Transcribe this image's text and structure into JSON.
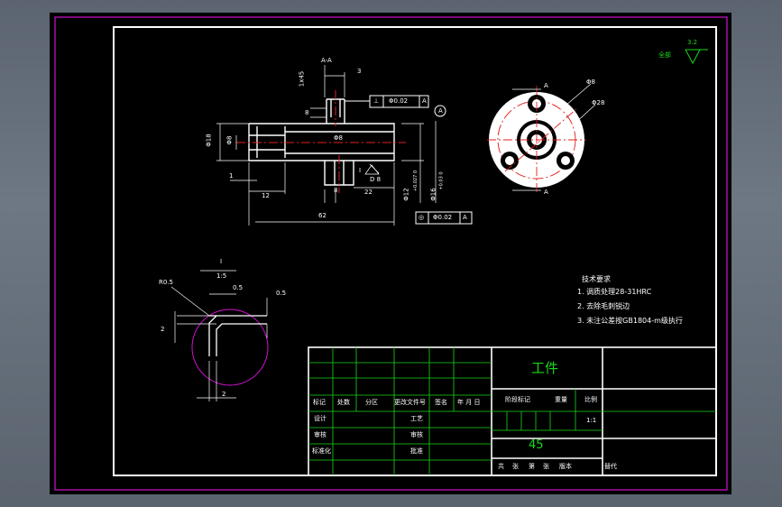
{
  "view_a": {
    "section_label": "A-A",
    "chamfer_label": "1x45",
    "dim_top": "3",
    "dim_8": "8",
    "dim_phi18": "Φ18",
    "dim_phi8": "Φ8",
    "dim_1": "1",
    "dim_12": "12",
    "dim_62": "62",
    "dim_22": "22",
    "dim_8b": "8",
    "dim_phi12": "Φ12",
    "dim_phi12_tol": "+0.027 0",
    "dim_phi16": "Φ16",
    "dim_phi16_tol": "+0.03 0",
    "dim_d8": "Φ8",
    "dim_d8b": "D 8",
    "dim_b8": "8",
    "detail_callout": "I",
    "datum_a": "A",
    "tol_frame_top": [
      "⊥",
      "Φ0.02",
      "A"
    ],
    "tol_frame_bottom": [
      "◎",
      "Φ0.02",
      "A"
    ]
  },
  "view_b": {
    "label_top": "A",
    "label_bottom": "A",
    "dim_phi8": "Φ8",
    "dim_phi28": "Φ28"
  },
  "detail": {
    "label": "I",
    "scale": "1:5",
    "r05": "R0.5",
    "d05a": "0.5",
    "d05b": "0.5",
    "dim_2a": "2",
    "dim_2b": "2"
  },
  "roughness": {
    "note": "全部",
    "value": "3.2"
  },
  "tech_req": {
    "title": "技术要求",
    "items": [
      "1. 调质处理28-31HRC",
      "2. 去除毛刺锐边",
      "3. 未注公差按GB1804-m级执行"
    ]
  },
  "title_block": {
    "part_name": "工件",
    "material": "45",
    "header_row": [
      "标记",
      "处数",
      "分区",
      "更改文件号",
      "签名",
      "年 月 日"
    ],
    "row_design": "设计",
    "row_check": "审核",
    "row_std": "标准化",
    "row_process": "工艺",
    "row_review": "审核",
    "row_approve": "批准",
    "stage_headers": [
      "阶段标记",
      "重量",
      "比例"
    ],
    "scale_value": "1:1",
    "bottom_row": [
      "共",
      "张",
      "第",
      "张",
      "版本",
      "替代"
    ]
  }
}
